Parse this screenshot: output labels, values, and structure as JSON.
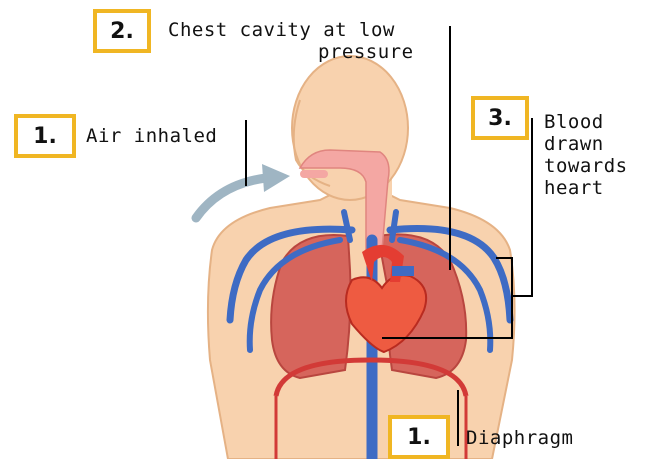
{
  "title": "",
  "callouts": {
    "chest_cavity": {
      "number": "2.",
      "line1": "Chest cavity at low",
      "line2": "pressure"
    },
    "air_inhaled": {
      "number": "1.",
      "text": "Air inhaled"
    },
    "blood_drawn": {
      "number": "3.",
      "line1": "Blood",
      "line2": "drawn",
      "line3": "towards",
      "line4": "heart"
    },
    "diaphragm": {
      "number": "1.",
      "text": "Diaphragm"
    }
  },
  "colors": {
    "skin": "#f8d2ae",
    "skin_outline": "#e5b285",
    "airway": "#f4a7a3",
    "lung": "#d6655c",
    "lung_outline": "#b9463f",
    "vein": "#3e6bc4",
    "artery": "#e43d32",
    "diaphragm": "#d23a37",
    "arrow": "#9fb5c3",
    "callout_box": "#f0b623"
  }
}
